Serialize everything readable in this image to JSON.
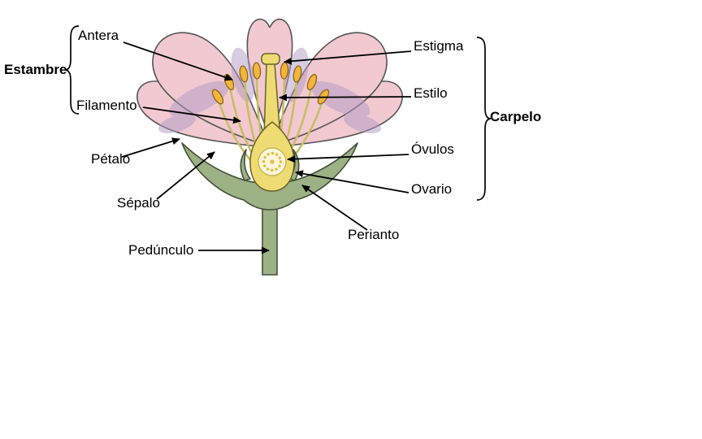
{
  "diagram": {
    "labels": {
      "antera": "Antera",
      "estambre": "Estambre",
      "filamento": "Filamento",
      "petalo": "Pétalo",
      "sepalo": "Sépalo",
      "pedunculo": "Pedúnculo",
      "estigma": "Estigma",
      "estilo": "Estilo",
      "carpelo": "Carpelo",
      "ovulos": "Óvulos",
      "ovario": "Ovario",
      "perianto": "Perianto"
    },
    "groups": [
      {
        "name": "Estambre",
        "members": [
          "Antera",
          "Filamento"
        ]
      },
      {
        "name": "Carpelo",
        "members": [
          "Estigma",
          "Estilo",
          "Óvulos",
          "Ovario"
        ]
      }
    ],
    "colors": {
      "petal_pink": "#f2c9d1",
      "petal_shade_purple": "#b09ac5",
      "sepal_stem_green": "#9cb184",
      "carpel_yellow": "#eedc72",
      "anther_orange": "#f3b53a",
      "ovule_dot_yellow": "#dfc13e",
      "outline_black": "#000000"
    }
  }
}
